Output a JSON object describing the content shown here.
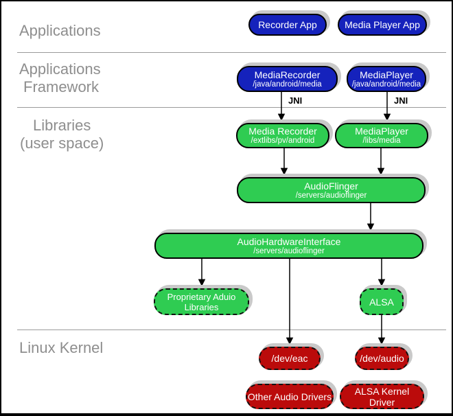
{
  "diagram": {
    "colors": {
      "app_blue": "#1522bc",
      "lib_green": "#2fcc52",
      "kernel_red": "#bb0b0b",
      "shadow_gray": "#c9c9c9",
      "label_gray": "#8e8e8e"
    },
    "sections": {
      "applications": {
        "line1": "Applications"
      },
      "framework": {
        "line1": "Applications",
        "line2": "Framework"
      },
      "libraries": {
        "line1": "Libraries",
        "line2": "(user space)"
      },
      "kernel": {
        "line1": "Linux Kernel"
      }
    },
    "labels": {
      "jni": "JNI"
    },
    "nodes": {
      "recorder_app": {
        "title": "Recorder App"
      },
      "media_player_app": {
        "title": "Media Player App"
      },
      "media_recorder_fw": {
        "title": "MediaRecorder",
        "subtitle": "/java/android/media"
      },
      "media_player_fw": {
        "title": "MediaPlayer",
        "subtitle": "/java/android/media"
      },
      "media_recorder_lib": {
        "title": "Media Recorder",
        "subtitle": "/extlibs/pv/android"
      },
      "media_player_lib": {
        "title": "MediaPlayer",
        "subtitle": "/libs/media"
      },
      "audioflinger": {
        "title": "AudioFlinger",
        "subtitle": "/servers/audioflinger"
      },
      "audio_hardware_interface": {
        "title": "AudioHardwareInterface",
        "subtitle": "/servers/audioflinger"
      },
      "proprietary_audio_libraries": {
        "title": "Proprietary Aduio",
        "title2": "Libraries"
      },
      "alsa": {
        "title": "ALSA"
      },
      "dev_eac": {
        "title": "/dev/eac"
      },
      "dev_audio": {
        "title": "/dev/audio"
      },
      "other_audio_drivers": {
        "title": "Other Audio Drivers"
      },
      "alsa_kernel_driver": {
        "title": "ALSA Kernel Driver"
      }
    }
  }
}
